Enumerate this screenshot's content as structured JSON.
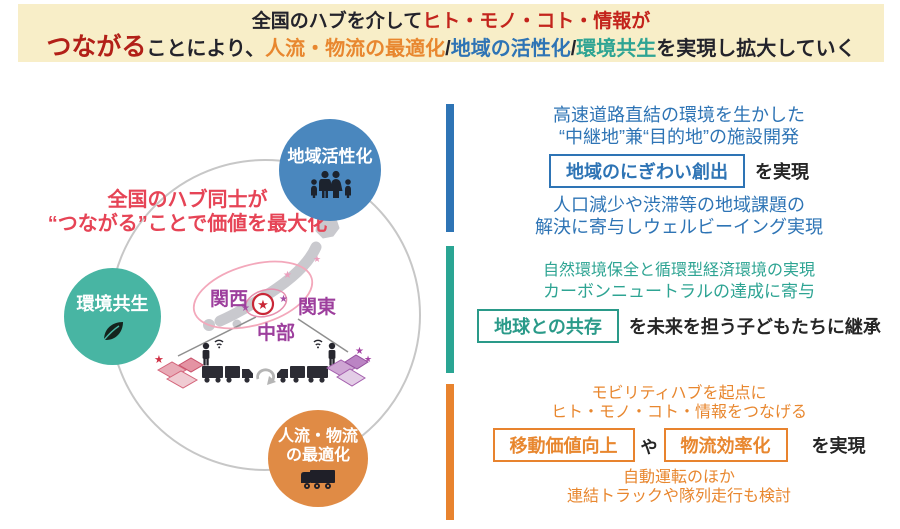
{
  "colors": {
    "banner_bg": "#f8eec8",
    "red": "#c3241c",
    "dark_red": "#b22018",
    "rose_red": "#e64456",
    "orange": "#e8832e",
    "blue": "#2e74b5",
    "teal": "#2ea493",
    "purple": "#9d3f9d",
    "blue_bubble": "#4a87be",
    "teal_bubble": "#48b5a3",
    "orange_bubble": "#e08b45"
  },
  "banner": {
    "line1_prefix": "全国のハブを介して",
    "line1_highlight": "ヒト・モノ・コト・情報が",
    "line2_tsunagaru": "つながる",
    "line2_a": "ことにより、",
    "line2_flow": "人流・物流の最適化",
    "slash": "/",
    "line2_region": "地域の活性化",
    "line2_env": "環境共生",
    "line2_suffix": "を実現し拡大していく"
  },
  "diagram": {
    "headline_line1": "全国のハブ同士が",
    "headline_line2": "“つながる”ことで価値を最大化",
    "bubble_region": "地域活性化",
    "bubble_env": "環境共生",
    "bubble_flow_line1": "人流・物流",
    "bubble_flow_line2": "の最適化",
    "region_west": "関西",
    "region_east": "関東",
    "region_central": "中部",
    "star": "★",
    "icons": [
      "family-icon",
      "leaf-icon",
      "truck-icon",
      "hub-star-icon",
      "wifi-icon",
      "u-turn-arrow-icon"
    ]
  },
  "sections": {
    "regional": {
      "line1": "高速道路直結の環境を生かした",
      "line2": "“中継地”兼“目的地”の施設開発",
      "box_label": "地域のにぎわい創出",
      "box_suffix": "を実現",
      "line3": "人口減少や渋滞等の地域課題の",
      "line4": "解決に寄与しウェルビーイング実現"
    },
    "environment": {
      "line1": "自然環境保全と循環型経済環境の実現",
      "line2": "カーボンニュートラルの達成に寄与",
      "box_label": "地球との共存",
      "box_suffix": "を未来を担う子どもたちに継承"
    },
    "mobility": {
      "line1": "モビリティハブを起点に",
      "line2": "ヒト・モノ・コト・情報をつなげる",
      "box1_label": "移動価値向上",
      "connector": "や",
      "box2_label": "物流効率化",
      "box_suffix": "を実現",
      "line3": "自動運転のほか",
      "line4": "連結トラックや隊列走行も検討"
    }
  }
}
